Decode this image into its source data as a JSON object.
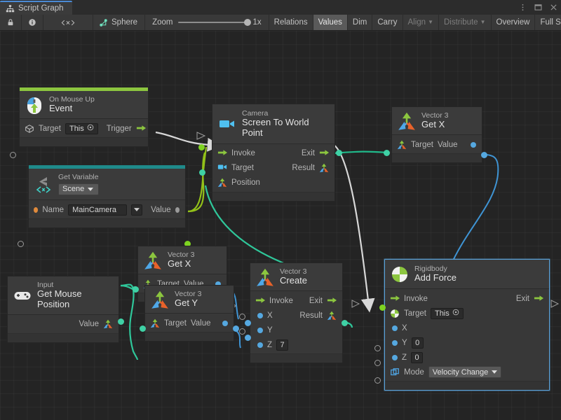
{
  "window": {
    "tab_label": "Script Graph",
    "tab_icon": "script-graph-icon",
    "menu_icon": "kebab-menu-icon",
    "maximize_icon": "maximize-icon",
    "close_icon": "close-icon"
  },
  "toolbar": {
    "lock_icon": "lock-icon",
    "info_icon": "info-icon",
    "code_icon": "code-brackets-icon",
    "object_icon": "graph-node-icon",
    "object_label": "Sphere",
    "zoom_label": "Zoom",
    "zoom_value": "1x",
    "buttons": [
      {
        "label": "Relations",
        "state": "normal"
      },
      {
        "label": "Values",
        "state": "active"
      },
      {
        "label": "Dim",
        "state": "normal"
      },
      {
        "label": "Carry",
        "state": "normal"
      },
      {
        "label": "Align",
        "state": "dim",
        "caret": true
      },
      {
        "label": "Distribute",
        "state": "dim",
        "caret": true
      },
      {
        "label": "Overview",
        "state": "normal"
      },
      {
        "label": "Full Screen",
        "state": "normal"
      }
    ]
  },
  "nodes": {
    "on_mouse_up": {
      "accent": "#8cc63f",
      "subtitle": "On Mouse Up",
      "title": "Event",
      "icon": "mouse-event-icon",
      "target_label": "Target",
      "target_value": "This",
      "trigger_label": "Trigger"
    },
    "get_variable": {
      "accent": "#1f8a8a",
      "subtitle": "Get Variable",
      "scope": "Scene",
      "icon": "unity-variable-icon",
      "name_label": "Name",
      "name_value": "MainCamera",
      "value_label": "Value"
    },
    "camera_screen_to_world": {
      "subtitle": "Camera",
      "title": "Screen To World Point",
      "icon": "camera-icon",
      "invoke_label": "Invoke",
      "target_label": "Target",
      "position_label": "Position",
      "exit_label": "Exit",
      "result_label": "Result"
    },
    "vector3_getx_top": {
      "subtitle": "Vector 3",
      "title": "Get X",
      "icon": "vector3-icon",
      "target_label": "Target",
      "value_label": "Value"
    },
    "input_mouse_position": {
      "subtitle": "Input",
      "title": "Get Mouse Position",
      "icon": "gamepad-icon",
      "value_label": "Value"
    },
    "vector3_getx_mid": {
      "subtitle": "Vector 3",
      "title": "Get X",
      "icon": "vector3-icon",
      "target_label": "Target",
      "value_label": "Value"
    },
    "vector3_gety_mid": {
      "subtitle": "Vector 3",
      "title": "Get Y",
      "icon": "vector3-icon",
      "target_label": "Target",
      "value_label": "Value"
    },
    "vector3_create": {
      "subtitle": "Vector 3",
      "title": "Create",
      "icon": "vector3-icon",
      "invoke_label": "Invoke",
      "x_label": "X",
      "y_label": "Y",
      "z_label": "Z",
      "z_value": "7",
      "exit_label": "Exit",
      "result_label": "Result"
    },
    "rigidbody_add_force": {
      "subtitle": "Rigidbody",
      "title": "Add Force",
      "icon": "rigidbody-icon",
      "selected": true,
      "invoke_label": "Invoke",
      "target_label": "Target",
      "target_value": "This",
      "x_label": "X",
      "y_label": "Y",
      "y_value": "0",
      "z_label": "Z",
      "z_value": "0",
      "mode_label": "Mode",
      "mode_value": "Velocity Change",
      "mode_icon": "enum-icon",
      "exit_label": "Exit"
    }
  },
  "colors": {
    "control_flow_wire": "#d8d8d8",
    "value_wire_green": "#3fd1a5",
    "value_wire_blue": "#3f94d4",
    "value_wire_lime": "#93c119",
    "accent_green": "#8cc63f",
    "accent_teal": "#1f8a8a",
    "selection": "#5a9fd4",
    "canvas_bg": "#242424"
  }
}
